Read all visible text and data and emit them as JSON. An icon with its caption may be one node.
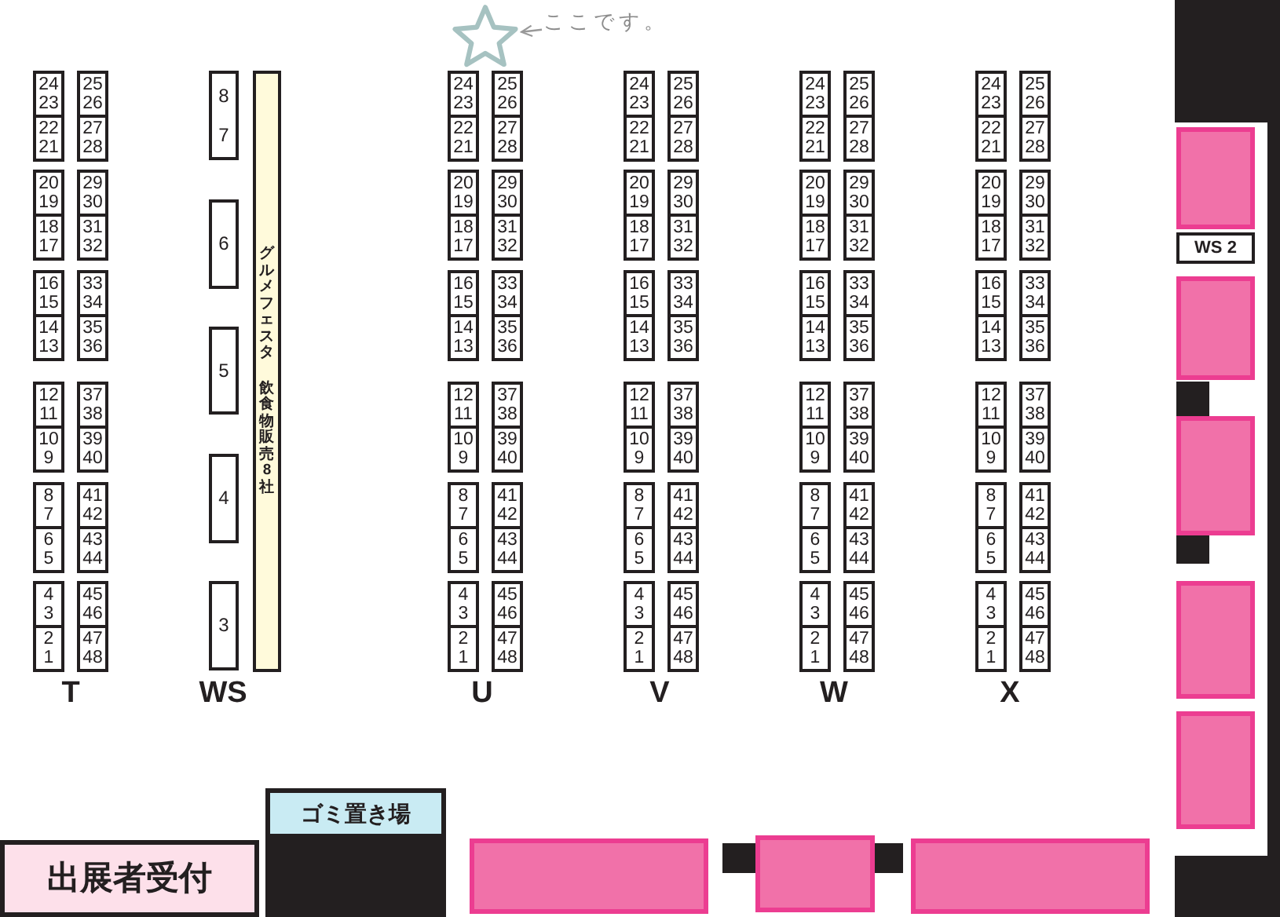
{
  "diagram": {
    "nodes": [
      {
        "text": [
          "ここです。"
        ]
      },
      {
        "text": [],
        "shape": "star"
      },
      {
        "text": [
          "24",
          "23"
        ]
      },
      {
        "text": [
          "22",
          "21"
        ]
      },
      {
        "text": [
          "20",
          "19"
        ]
      },
      {
        "text": [
          "18",
          "17"
        ]
      },
      {
        "text": [
          "16",
          "15"
        ]
      },
      {
        "text": [
          "14",
          "13"
        ]
      },
      {
        "text": [
          "12",
          "11"
        ]
      },
      {
        "text": [
          "10",
          "9"
        ]
      },
      {
        "text": [
          "8",
          "7"
        ]
      },
      {
        "text": [
          "6",
          "5"
        ]
      },
      {
        "text": [
          "4",
          "3"
        ]
      },
      {
        "text": [
          "2",
          "1"
        ]
      },
      {
        "text": [
          "25",
          "26"
        ]
      },
      {
        "text": [
          "27",
          "28"
        ]
      },
      {
        "text": [
          "29",
          "30"
        ]
      },
      {
        "text": [
          "31",
          "32"
        ]
      },
      {
        "text": [
          "33",
          "34"
        ]
      },
      {
        "text": [
          "35",
          "36"
        ]
      },
      {
        "text": [
          "37",
          "38"
        ]
      },
      {
        "text": [
          "39",
          "40"
        ]
      },
      {
        "text": [
          "41",
          "42"
        ]
      },
      {
        "text": [
          "43",
          "44"
        ]
      },
      {
        "text": [
          "45",
          "46"
        ]
      },
      {
        "text": [
          "47",
          "48"
        ]
      },
      {
        "text": [
          "8",
          "7"
        ]
      },
      {
        "text": [
          "6"
        ]
      },
      {
        "text": [
          "5"
        ]
      },
      {
        "text": [
          "4"
        ]
      },
      {
        "text": [
          "3"
        ]
      },
      {
        "text": [
          "グルメフェスタ",
          "飲食物販売8社"
        ]
      },
      {
        "text": [
          "24",
          "23"
        ]
      },
      {
        "text": [
          "22",
          "21"
        ]
      },
      {
        "text": [
          "20",
          "19"
        ]
      },
      {
        "text": [
          "18",
          "17"
        ]
      },
      {
        "text": [
          "16",
          "15"
        ]
      },
      {
        "text": [
          "14",
          "13"
        ]
      },
      {
        "text": [
          "12",
          "11"
        ]
      },
      {
        "text": [
          "10",
          "9"
        ]
      },
      {
        "text": [
          "8",
          "7"
        ]
      },
      {
        "text": [
          "6",
          "5"
        ]
      },
      {
        "text": [
          "4",
          "3"
        ]
      },
      {
        "text": [
          "2",
          "1"
        ]
      },
      {
        "text": [
          "25",
          "26"
        ]
      },
      {
        "text": [
          "27",
          "28"
        ]
      },
      {
        "text": [
          "29",
          "30"
        ]
      },
      {
        "text": [
          "31",
          "32"
        ]
      },
      {
        "text": [
          "33",
          "34"
        ]
      },
      {
        "text": [
          "35",
          "36"
        ]
      },
      {
        "text": [
          "37",
          "38"
        ]
      },
      {
        "text": [
          "39",
          "40"
        ]
      },
      {
        "text": [
          "41",
          "42"
        ]
      },
      {
        "text": [
          "43",
          "44"
        ]
      },
      {
        "text": [
          "45",
          "46"
        ]
      },
      {
        "text": [
          "47",
          "48"
        ]
      },
      {
        "text": [
          "24",
          "23"
        ]
      },
      {
        "text": [
          "22",
          "21"
        ]
      },
      {
        "text": [
          "20",
          "19"
        ]
      },
      {
        "text": [
          "18",
          "17"
        ]
      },
      {
        "text": [
          "16",
          "15"
        ]
      },
      {
        "text": [
          "14",
          "13"
        ]
      },
      {
        "text": [
          "12",
          "11"
        ]
      },
      {
        "text": [
          "10",
          "9"
        ]
      },
      {
        "text": [
          "8",
          "7"
        ]
      },
      {
        "text": [
          "6",
          "5"
        ]
      },
      {
        "text": [
          "4",
          "3"
        ]
      },
      {
        "text": [
          "2",
          "1"
        ]
      },
      {
        "text": [
          "25",
          "26"
        ]
      },
      {
        "text": [
          "27",
          "28"
        ]
      },
      {
        "text": [
          "29",
          "30"
        ]
      },
      {
        "text": [
          "31",
          "32"
        ]
      },
      {
        "text": [
          "33",
          "34"
        ]
      },
      {
        "text": [
          "35",
          "36"
        ]
      },
      {
        "text": [
          "37",
          "38"
        ]
      },
      {
        "text": [
          "39",
          "40"
        ]
      },
      {
        "text": [
          "41",
          "42"
        ]
      },
      {
        "text": [
          "43",
          "44"
        ]
      },
      {
        "text": [
          "45",
          "46"
        ]
      },
      {
        "text": [
          "47",
          "48"
        ]
      },
      {
        "text": [
          "24",
          "23"
        ]
      },
      {
        "text": [
          "22",
          "21"
        ]
      },
      {
        "text": [
          "20",
          "19"
        ]
      },
      {
        "text": [
          "18",
          "17"
        ]
      },
      {
        "text": [
          "16",
          "15"
        ]
      },
      {
        "text": [
          "14",
          "13"
        ]
      },
      {
        "text": [
          "12",
          "11"
        ]
      },
      {
        "text": [
          "10",
          "9"
        ]
      },
      {
        "text": [
          "8",
          "7"
        ]
      },
      {
        "text": [
          "6",
          "5"
        ]
      },
      {
        "text": [
          "4",
          "3"
        ]
      },
      {
        "text": [
          "2",
          "1"
        ]
      },
      {
        "text": [
          "25",
          "26"
        ]
      },
      {
        "text": [
          "27",
          "28"
        ]
      },
      {
        "text": [
          "29",
          "30"
        ]
      },
      {
        "text": [
          "31",
          "32"
        ]
      },
      {
        "text": [
          "33",
          "34"
        ]
      },
      {
        "text": [
          "35",
          "36"
        ]
      },
      {
        "text": [
          "37",
          "38"
        ]
      },
      {
        "text": [
          "39",
          "40"
        ]
      },
      {
        "text": [
          "41",
          "42"
        ]
      },
      {
        "text": [
          "43",
          "44"
        ]
      },
      {
        "text": [
          "45",
          "46"
        ]
      },
      {
        "text": [
          "47",
          "48"
        ]
      },
      {
        "text": [
          "24",
          "23"
        ]
      },
      {
        "text": [
          "22",
          "21"
        ]
      },
      {
        "text": [
          "20",
          "19"
        ]
      },
      {
        "text": [
          "18",
          "17"
        ]
      },
      {
        "text": [
          "16",
          "15"
        ]
      },
      {
        "text": [
          "14",
          "13"
        ]
      },
      {
        "text": [
          "12",
          "11"
        ]
      },
      {
        "text": [
          "10",
          "9"
        ]
      },
      {
        "text": [
          "8",
          "7"
        ]
      },
      {
        "text": [
          "6",
          "5"
        ]
      },
      {
        "text": [
          "4",
          "3"
        ]
      },
      {
        "text": [
          "2",
          "1"
        ]
      },
      {
        "text": [
          "25",
          "26"
        ]
      },
      {
        "text": [
          "27",
          "28"
        ]
      },
      {
        "text": [
          "29",
          "30"
        ]
      },
      {
        "text": [
          "31",
          "32"
        ]
      },
      {
        "text": [
          "33",
          "34"
        ]
      },
      {
        "text": [
          "35",
          "36"
        ]
      },
      {
        "text": [
          "37",
          "38"
        ]
      },
      {
        "text": [
          "39",
          "40"
        ]
      },
      {
        "text": [
          "41",
          "42"
        ]
      },
      {
        "text": [
          "43",
          "44"
        ]
      },
      {
        "text": [
          "45",
          "46"
        ]
      },
      {
        "text": [
          "47",
          "48"
        ]
      },
      {
        "text": [],
        "shape": "box"
      },
      {
        "text": [],
        "shape": "box"
      },
      {
        "text": [],
        "shape": "box"
      },
      {
        "text": [
          "WS 2"
        ]
      },
      {
        "text": [],
        "shape": "box"
      },
      {
        "text": [],
        "shape": "box"
      },
      {
        "text": [],
        "shape": "box"
      },
      {
        "text": [],
        "shape": "box"
      },
      {
        "text": [],
        "shape": "box"
      },
      {
        "text": [],
        "shape": "box"
      },
      {
        "text": [],
        "shape": "box"
      },
      {
        "text": [
          "出展者受付"
        ]
      },
      {
        "text": [
          "ゴミ置き場"
        ]
      },
      {
        "text": [],
        "shape": "box"
      },
      {
        "text": [],
        "shape": "box"
      },
      {
        "text": [],
        "shape": "box"
      },
      {
        "text": [],
        "shape": "box"
      },
      {
        "text": [],
        "shape": "box"
      },
      {
        "text": [],
        "shape": "box"
      }
    ],
    "edges": [
      {
        "from": 0,
        "to": 1,
        "arrow": "to"
      }
    ],
    "labels": [
      "T",
      "WS",
      "U",
      "V",
      "W",
      "X"
    ]
  }
}
